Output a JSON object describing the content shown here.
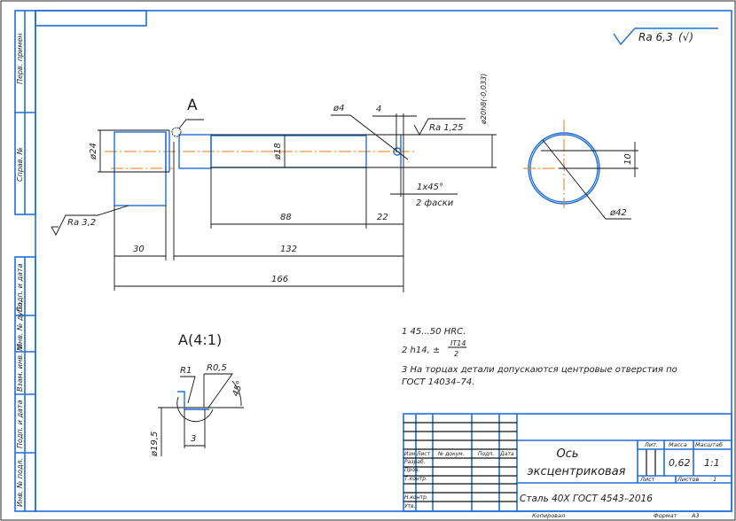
{
  "frame": {
    "side_labels": [
      "Перв. примен",
      "Справ. №",
      "Подп. и дата",
      "Инв. № дубл.",
      "Взам. инв. №",
      "Подп. и дата",
      "Инв. № подл."
    ]
  },
  "roughness_general": {
    "value": "Ra 6,3",
    "suffix": "(√)"
  },
  "main_view": {
    "view_marker": "A",
    "dims": {
      "d24": "ø24",
      "d18": "ø18",
      "d4": "ø4",
      "w4": "4",
      "d20": "ø20h8(-0,033)",
      "ra125": "Ra 1,25",
      "ra32": "Ra 3,2",
      "chamfer": "1x45°",
      "chamfer_note": "2 фаски",
      "l88": "88",
      "l22": "22",
      "l30": "30",
      "l132": "132",
      "l166": "166"
    }
  },
  "section": {
    "d42": "ø42",
    "flat": "10"
  },
  "detail": {
    "title": "A(4:1)",
    "r1": "R1",
    "r05": "R0,5",
    "angle": "45°",
    "d195": "ø19,5",
    "w3": "3"
  },
  "notes": {
    "n1": "1 45...50 HRC.",
    "n2_prefix": "2 h14, ±",
    "n2_num": "IT14",
    "n2_den": "2",
    "n3_line1": "3 На торцах детали допускаются центровые отверстия по",
    "n3_line2": "ГОСТ 14034–74."
  },
  "title_block": {
    "headers": [
      "Изм",
      "Лист",
      "№ докум.",
      "Подп.",
      "Дата"
    ],
    "roles": [
      "Разраб.",
      "Пров.",
      "Т.контр.",
      "Н.контр.",
      "Утв."
    ],
    "name_line1": "Ось",
    "name_line2": "эксцентриковая",
    "material": "Сталь 40Х ГОСТ 4543–2016",
    "lit_label": "Лит.",
    "mass_label": "Масса",
    "scale_label": "Масштаб",
    "mass": "0,62",
    "scale": "1:1",
    "sheet_label": "Лист",
    "sheets_label": "Листов",
    "sheets": "1",
    "copied": "Копировал",
    "format_label": "Формат",
    "format": "A3"
  }
}
